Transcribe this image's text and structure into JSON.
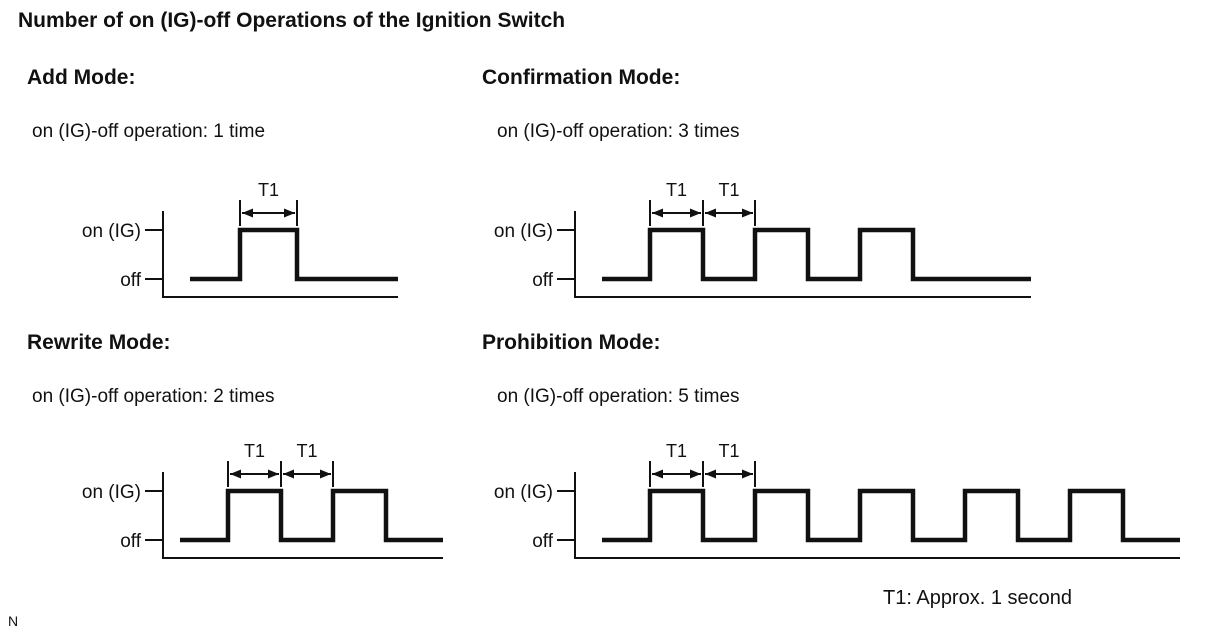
{
  "title": "Number of on (IG)-off Operations of the Ignition Switch",
  "waveform_labels": {
    "high": "on (IG)",
    "low": "off",
    "t1": "T1"
  },
  "panels": [
    {
      "id": "add",
      "heading": "Add Mode:",
      "operation": "on (IG)-off operation: 1 time",
      "pulse_count": 1,
      "t1_spans": 1
    },
    {
      "id": "confirmation",
      "heading": "Confirmation Mode:",
      "operation": "on (IG)-off operation: 3 times",
      "pulse_count": 3,
      "t1_spans": 2
    },
    {
      "id": "rewrite",
      "heading": "Rewrite Mode:",
      "operation": "on (IG)-off operation: 2 times",
      "pulse_count": 2,
      "t1_spans": 2
    },
    {
      "id": "prohibition",
      "heading": "Prohibition Mode:",
      "operation": "on (IG)-off operation: 5 times",
      "pulse_count": 5,
      "t1_spans": 2
    }
  ],
  "footnote": "T1: Approx. 1 second",
  "page_marker": "N",
  "colors": {
    "ink": "#111111",
    "background": "#ffffff"
  }
}
